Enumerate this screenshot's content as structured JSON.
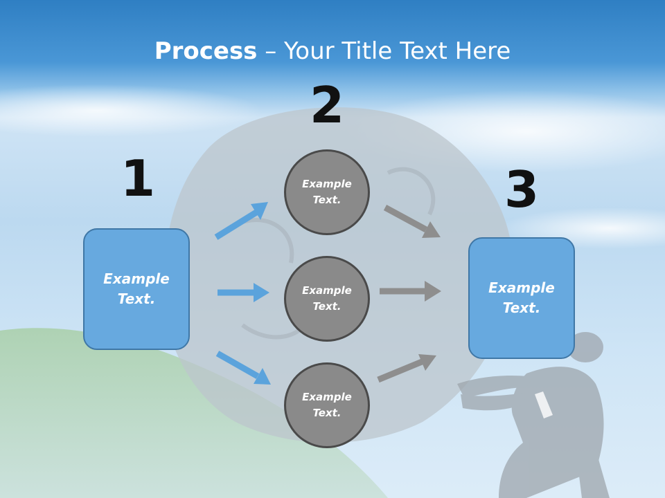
{
  "title": {
    "bold": "Process",
    "rest": " – Your Title Text Here"
  },
  "numbers": {
    "n1": "1",
    "n2": "2",
    "n3": "3"
  },
  "boxes": {
    "left": "Example\nText.",
    "right": "Example\nText."
  },
  "circles": {
    "top": "Example\nText.",
    "middle": "Example\nText.",
    "bottom": "Example\nText."
  },
  "colors": {
    "box_fill": "#67a9df",
    "circle_fill": "#8a8a8a",
    "blue_arrow": "#5ba3dc",
    "gray_arrow": "#8e8e8e"
  }
}
